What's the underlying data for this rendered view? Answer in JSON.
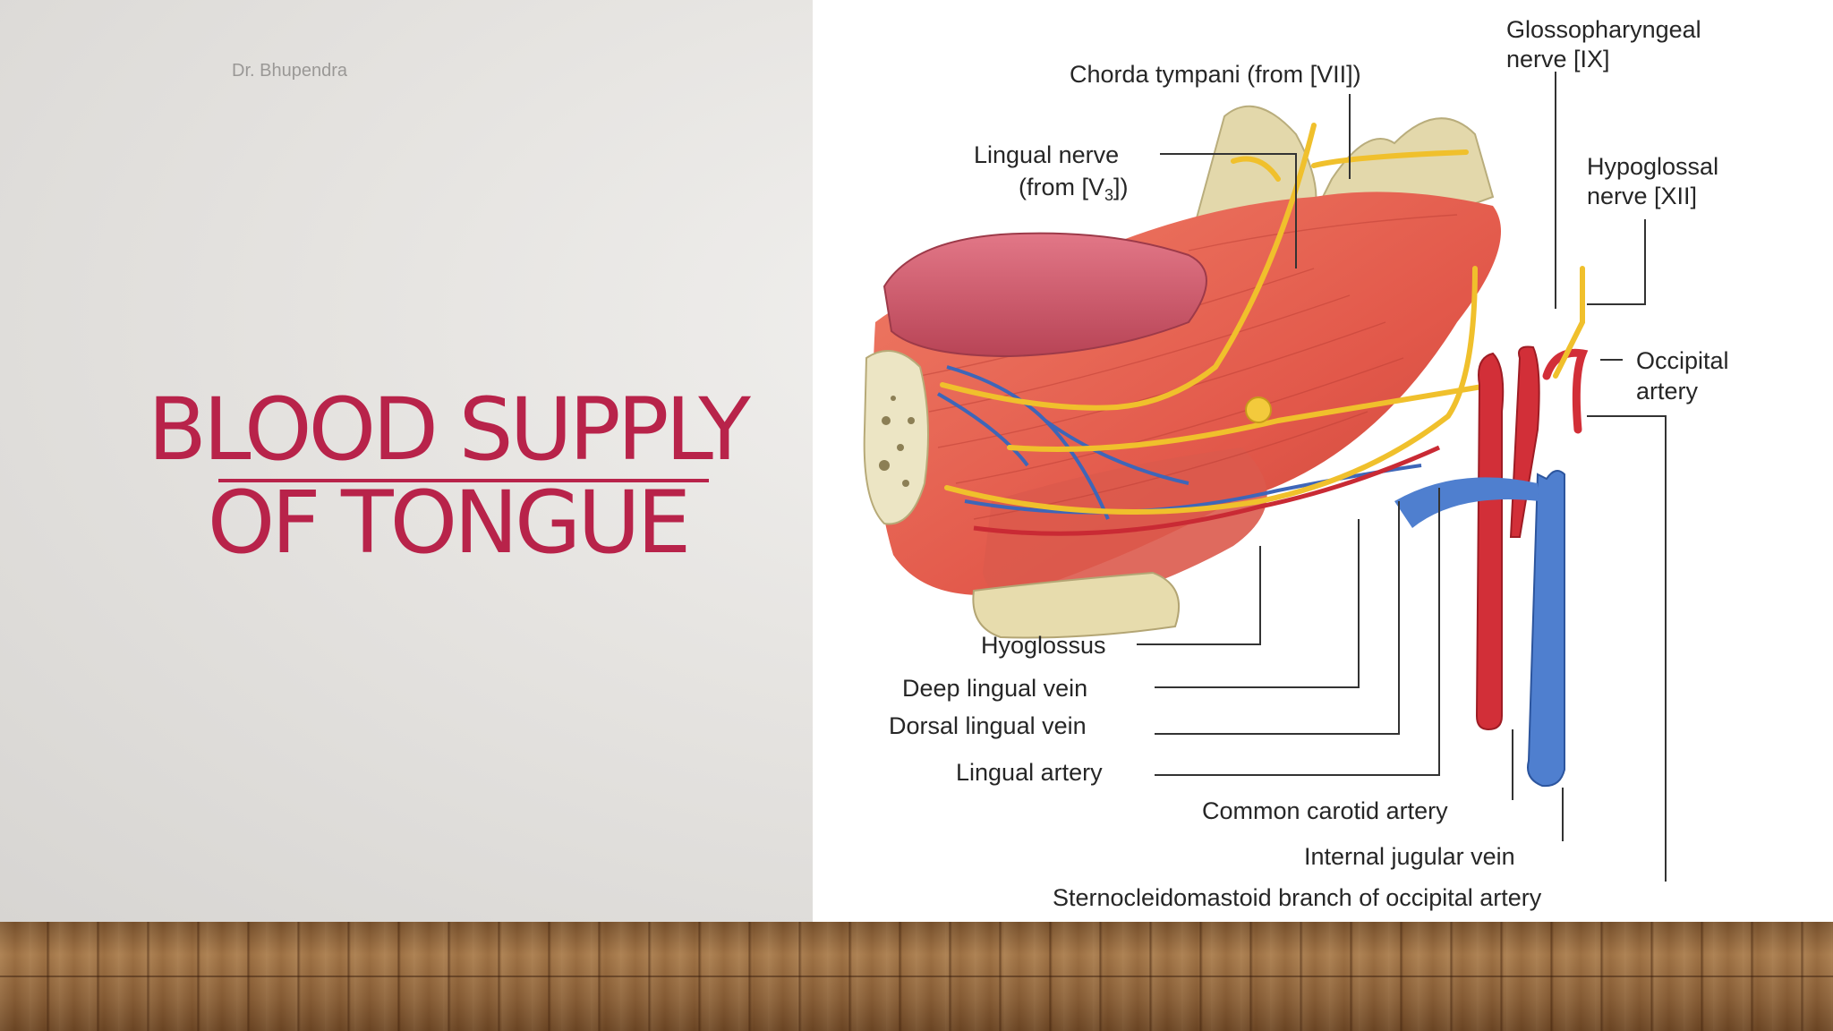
{
  "slide": {
    "author": "Dr. Bhupendra",
    "title_line1": "BLOOD SUPPLY",
    "title_line2": "OF TONGUE"
  },
  "diagram": {
    "labels": {
      "glossopharyngeal_1": "Glossopharyngeal",
      "glossopharyngeal_2": "nerve [IX]",
      "chorda": "Chorda tympani (from [VII])",
      "lingual_nerve_1": "Lingual nerve",
      "lingual_nerve_2": "(from [V",
      "lingual_nerve_sub": "3",
      "lingual_nerve_end": "])",
      "hypoglossal_1": "Hypoglossal",
      "hypoglossal_2": "nerve [XII]",
      "occipital_1": "Occipital",
      "occipital_2": "artery",
      "hyoglossus": "Hyoglossus",
      "deep_lingual_vein": "Deep lingual vein",
      "dorsal_lingual_vein": "Dorsal lingual vein",
      "lingual_artery": "Lingual artery",
      "common_carotid": "Common carotid artery",
      "internal_jugular": "Internal jugular vein",
      "sternocleidomastoid": "Sternocleidomastoid branch of occipital artery"
    }
  },
  "colors": {
    "title": "#b8234a",
    "muscle": "#e4604e",
    "artery": "#d8323a",
    "vein": "#4f7fcf",
    "nerve": "#f2c230",
    "bone": "#e0d6a8"
  }
}
